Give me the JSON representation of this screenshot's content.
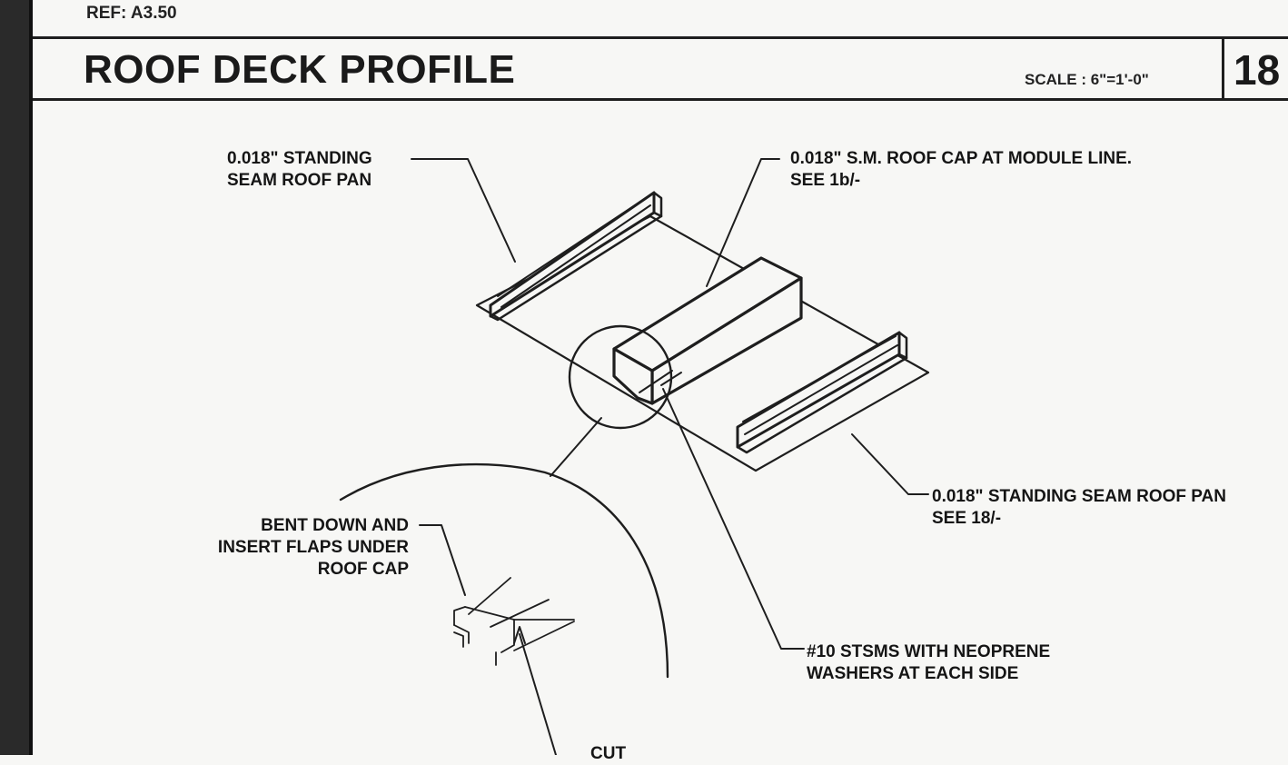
{
  "header": {
    "ref": "REF: A3.50",
    "title": "ROOF DECK PROFILE",
    "scale": "SCALE : 6\"=1'-0\"",
    "sheet_number": "18"
  },
  "callouts": {
    "standing_seam_left": [
      "0.018\" STANDING",
      "SEAM ROOF PAN"
    ],
    "roof_cap": [
      "0.018\" S.M. ROOF CAP AT MODULE LINE.",
      "SEE 1b/-"
    ],
    "standing_seam_right": [
      "0.018\" STANDING SEAM ROOF PAN",
      "SEE 18/-"
    ],
    "bent_down": [
      "BENT DOWN AND",
      "INSERT FLAPS  UNDER",
      "ROOF CAP"
    ],
    "stsms": [
      "#10 STSMS WITH NEOPRENE",
      "WASHERS AT EACH SIDE"
    ],
    "cut": "CUT"
  },
  "colors": {
    "linework": "#1e1e1e",
    "paper": "#f7f7f5",
    "border": "#2a2a2a"
  }
}
